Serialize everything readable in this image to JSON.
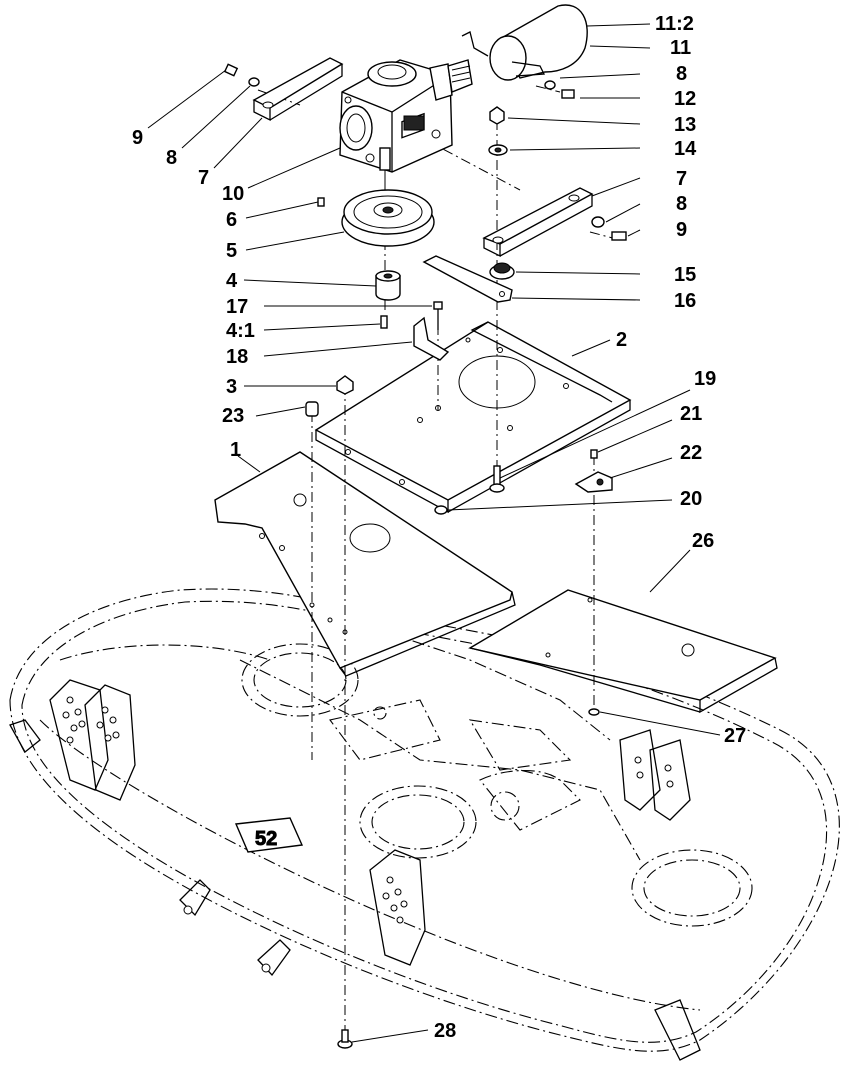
{
  "diagram": {
    "callouts": [
      {
        "id": "c-11-2",
        "text": "11:2"
      },
      {
        "id": "c-11",
        "text": "11"
      },
      {
        "id": "c-8a",
        "text": "8"
      },
      {
        "id": "c-12",
        "text": "12"
      },
      {
        "id": "c-13",
        "text": "13"
      },
      {
        "id": "c-14",
        "text": "14"
      },
      {
        "id": "c-7a",
        "text": "7"
      },
      {
        "id": "c-8b",
        "text": "8"
      },
      {
        "id": "c-9a",
        "text": "9"
      },
      {
        "id": "c-15",
        "text": "15"
      },
      {
        "id": "c-16",
        "text": "16"
      },
      {
        "id": "c-2",
        "text": "2"
      },
      {
        "id": "c-19",
        "text": "19"
      },
      {
        "id": "c-21",
        "text": "21"
      },
      {
        "id": "c-22",
        "text": "22"
      },
      {
        "id": "c-20",
        "text": "20"
      },
      {
        "id": "c-26",
        "text": "26"
      },
      {
        "id": "c-27",
        "text": "27"
      },
      {
        "id": "c-28",
        "text": "28"
      },
      {
        "id": "c-9b",
        "text": "9"
      },
      {
        "id": "c-8c",
        "text": "8"
      },
      {
        "id": "c-7b",
        "text": "7"
      },
      {
        "id": "c-10",
        "text": "10"
      },
      {
        "id": "c-6",
        "text": "6"
      },
      {
        "id": "c-5",
        "text": "5"
      },
      {
        "id": "c-4",
        "text": "4"
      },
      {
        "id": "c-17",
        "text": "17"
      },
      {
        "id": "c-4-1",
        "text": "4:1"
      },
      {
        "id": "c-18",
        "text": "18"
      },
      {
        "id": "c-3",
        "text": "3"
      },
      {
        "id": "c-23",
        "text": "23"
      },
      {
        "id": "c-1",
        "text": "1"
      }
    ],
    "deck_stamp": "52"
  }
}
